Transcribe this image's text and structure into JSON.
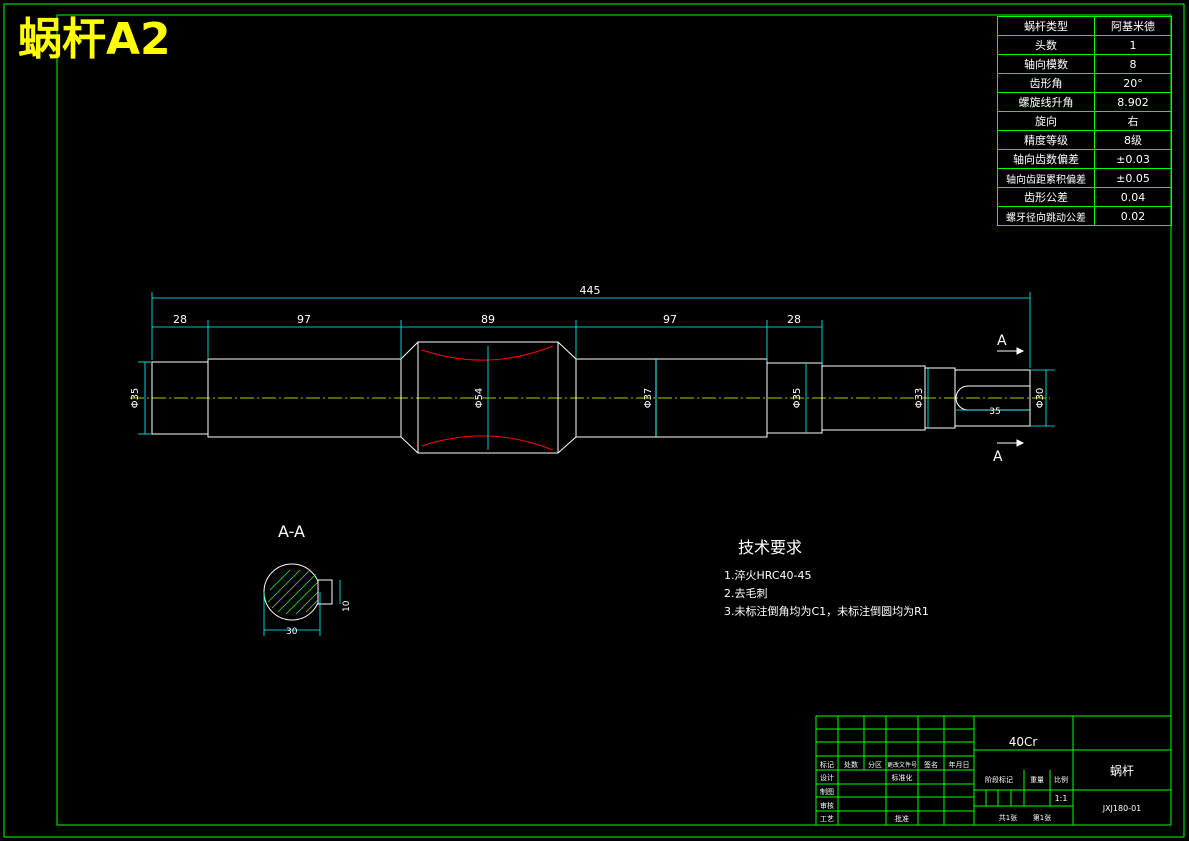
{
  "title": "蜗杆A2",
  "parameter_table": {
    "rows": [
      {
        "label": "蜗杆类型",
        "value": "阿基米德"
      },
      {
        "label": "头数",
        "value": "1"
      },
      {
        "label": "轴向模数",
        "value": "8"
      },
      {
        "label": "齿形角",
        "value": "20°"
      },
      {
        "label": "螺旋线升角",
        "value": "8.902"
      },
      {
        "label": "旋向",
        "value": "右"
      },
      {
        "label": "精度等级",
        "value": "8级"
      },
      {
        "label": "轴向齿数偏差",
        "value": "±0.03"
      },
      {
        "label": "轴向齿距累积偏差",
        "value": "±0.05"
      },
      {
        "label": "齿形公差",
        "value": "0.04"
      },
      {
        "label": "螺牙径向跳动公差",
        "value": "0.02"
      }
    ]
  },
  "dimensions": {
    "overall": "445",
    "segments": [
      "28",
      "97",
      "89",
      "97",
      "28"
    ],
    "diameters": [
      "Φ35",
      "Φ54",
      "Φ37",
      "Φ35",
      "Φ33",
      "Φ30"
    ],
    "keyway_length": "35",
    "section_a": "A",
    "section_label": "A-A",
    "section_width": "10",
    "section_depth": "30"
  },
  "tech_requirements": {
    "heading": "技术要求",
    "items": [
      "1.淬火HRC40-45",
      "2.去毛刺",
      "3.未标注倒角均为C1，未标注倒圆均为R1"
    ]
  },
  "title_block": {
    "material": "40Cr",
    "part_name": "蜗杆",
    "drawing_no": "JXJ180-01",
    "scale_label": "比例",
    "scale": "1:1",
    "weight_label": "重量",
    "stage_label": "阶段标记",
    "sheets": "共1张",
    "sheet_no": "第1张",
    "header": [
      "标记",
      "处数",
      "分区",
      "更改文件号",
      "签名",
      "年月日"
    ],
    "roles": [
      "设计",
      "制图",
      "审核",
      "工艺"
    ],
    "standard": "标准化",
    "approve": "批准"
  },
  "colors": {
    "frame": "#00ff00",
    "outline": "#ffffff",
    "thread": "#ff0000",
    "dimension": "#00ffff",
    "centerline": "#ffff00",
    "title": "#ffff00"
  }
}
